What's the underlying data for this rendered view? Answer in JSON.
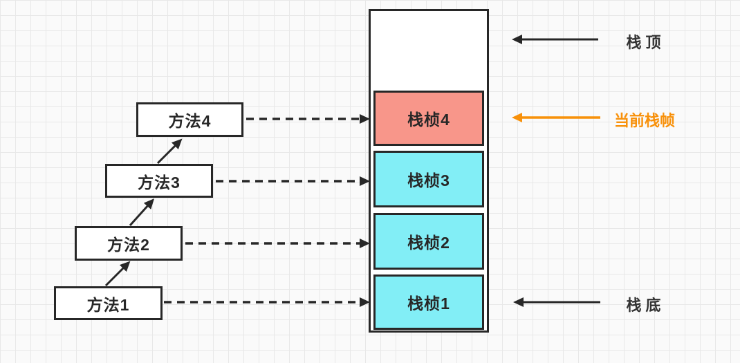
{
  "colors": {
    "ink": "#272727",
    "frame_fill": "#82EEF6",
    "current_frame_fill": "#F8968A",
    "accent_orange": "#F8910B",
    "box_fill": "#ffffff",
    "grid_line": "#e8e8e8",
    "background": "#fafafa"
  },
  "diagram": {
    "methods": [
      {
        "label": "方法1"
      },
      {
        "label": "方法2"
      },
      {
        "label": "方法3"
      },
      {
        "label": "方法4"
      }
    ],
    "stack_frames": [
      {
        "label": "栈桢4",
        "state": "current"
      },
      {
        "label": "栈桢3",
        "state": "normal"
      },
      {
        "label": "栈桢2",
        "state": "normal"
      },
      {
        "label": "栈桢1",
        "state": "normal"
      }
    ],
    "annotations": {
      "stack_top": {
        "label": "栈 顶"
      },
      "current_frame": {
        "label": "当前栈帧"
      },
      "stack_bottom": {
        "label": "栈 底"
      }
    }
  }
}
